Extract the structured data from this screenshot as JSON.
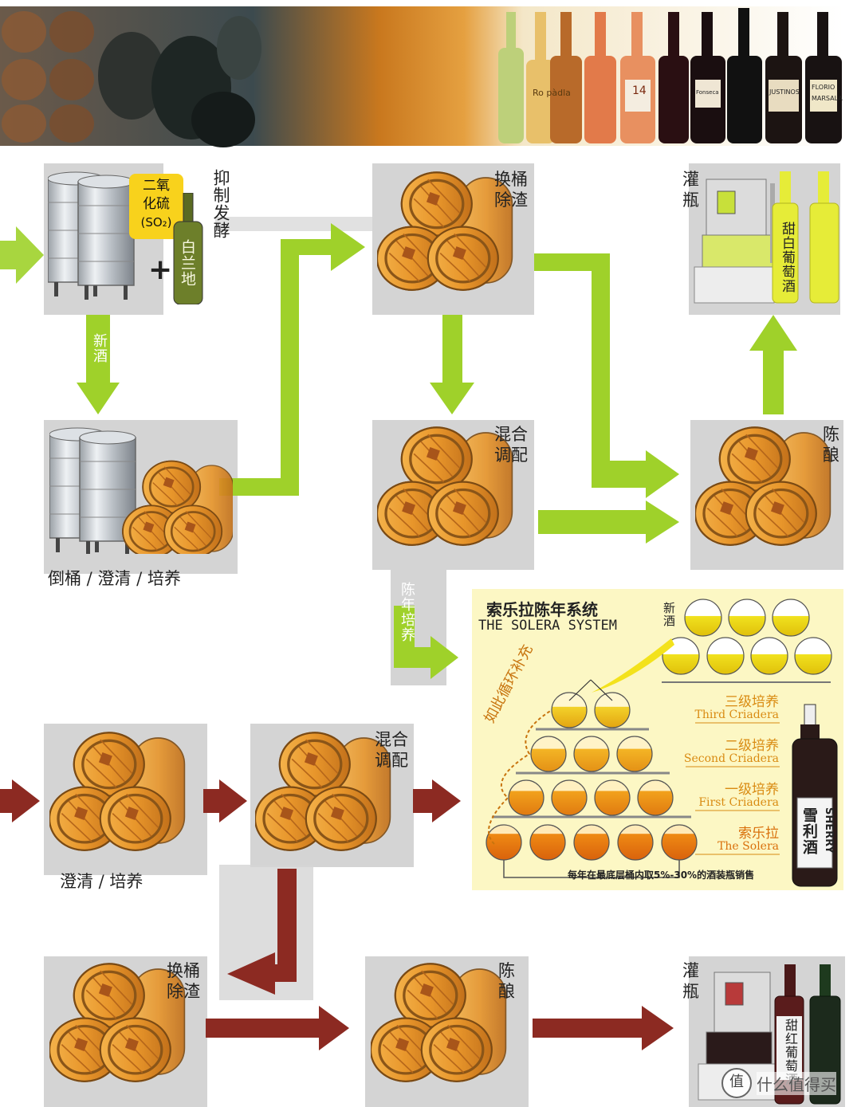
{
  "colors": {
    "green": "#9fd12a",
    "red": "#8c2a22",
    "panel": "#d4d4d4",
    "barrel": "#e8962b",
    "solera_bg": "#fcf7c4"
  },
  "top_banner": {
    "bottle_labels": [
      "Ro pàdla",
      "14",
      "Fonseca",
      "JUSTINOS",
      "FLORIO",
      "MARSALA"
    ]
  },
  "white_wine": {
    "so2": {
      "line1": "二氧",
      "line2": "化硫",
      "line3": "(SO₂)"
    },
    "brandy": "白兰地",
    "plus": "+",
    "stop_fermentation": "抑制发酵",
    "new_wine": "新酒",
    "rack_clarify_raise": "倒桶 / 澄清 / 培养",
    "rack_remove_lees": "换桶除渣",
    "blend": "混合调配",
    "age": "陈酿",
    "bottle": "灌瓶",
    "sweet_white": "甜白葡萄酒",
    "aging_training": "陈年培养"
  },
  "red_wine": {
    "clarify_raise": "澄清 / 培养",
    "blend": "混合调配",
    "rack_remove_lees": "换桶除渣",
    "age": "陈酿",
    "bottle": "灌瓶",
    "sweet_red": "甜红葡萄酒"
  },
  "solera": {
    "title_cn": "索乐拉陈年系统",
    "title_en": "THE SOLERA SYSTEM",
    "new_wine": "新酒",
    "cycle": "如此循环补充",
    "levels": [
      {
        "cn": "三级培养",
        "en": "Third Criadera",
        "count": 2
      },
      {
        "cn": "二级培养",
        "en": "Second Criadera",
        "count": 3
      },
      {
        "cn": "一级培养",
        "en": "First Criadera",
        "count": 4
      },
      {
        "cn": "索乐拉",
        "en": "The Solera",
        "count": 5
      }
    ],
    "footer": "每年在最底层桶内取5%-30%的酒装瓶销售",
    "sherry_en": "SHERRY",
    "sherry_cn": "雪利酒"
  },
  "watermark": "什么值得买"
}
